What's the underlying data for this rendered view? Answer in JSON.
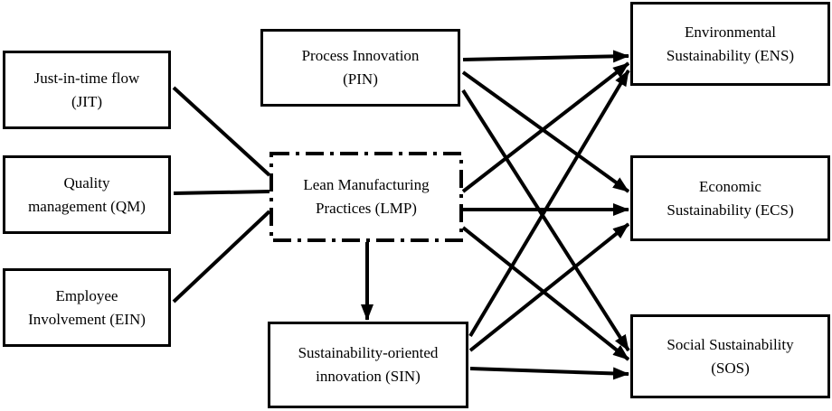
{
  "nodes": {
    "jit": {
      "line1": "Just-in-time flow",
      "line2": "(JIT)"
    },
    "qm": {
      "line1": "Quality",
      "line2": "management (QM)"
    },
    "ein": {
      "line1": "Employee",
      "line2": "Involvement (EIN)"
    },
    "lmp": {
      "line1": "Lean Manufacturing",
      "line2": "Practices (LMP)"
    },
    "pin": {
      "line1": "Process Innovation",
      "line2": "(PIN)"
    },
    "sin": {
      "line1": "Sustainability-oriented",
      "line2": "innovation (SIN)"
    },
    "ens": {
      "line1": "Environmental",
      "line2": "Sustainability (ENS)"
    },
    "ecs": {
      "line1": "Economic",
      "line2": "Sustainability (ECS)"
    },
    "sos": {
      "line1": "Social Sustainability",
      "line2": "(SOS)"
    }
  },
  "edges": [
    {
      "from": "jit",
      "to": "lmp",
      "arrow": false
    },
    {
      "from": "qm",
      "to": "lmp",
      "arrow": false
    },
    {
      "from": "ein",
      "to": "lmp",
      "arrow": false
    },
    {
      "from": "lmp",
      "to": "sin",
      "arrow": true
    },
    {
      "from": "lmp",
      "to": "ens",
      "arrow": true
    },
    {
      "from": "lmp",
      "to": "ecs",
      "arrow": true
    },
    {
      "from": "lmp",
      "to": "sos",
      "arrow": true
    },
    {
      "from": "pin",
      "to": "ens",
      "arrow": true
    },
    {
      "from": "pin",
      "to": "ecs",
      "arrow": true
    },
    {
      "from": "pin",
      "to": "sos",
      "arrow": true
    },
    {
      "from": "sin",
      "to": "ens",
      "arrow": true
    },
    {
      "from": "sin",
      "to": "ecs",
      "arrow": true
    },
    {
      "from": "sin",
      "to": "sos",
      "arrow": true
    }
  ]
}
